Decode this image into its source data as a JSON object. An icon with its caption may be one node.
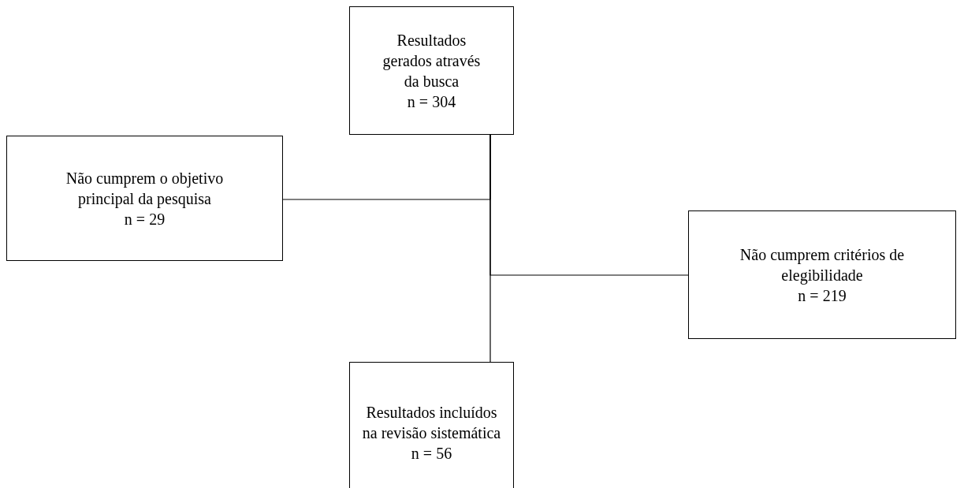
{
  "diagram": {
    "nodes": [
      {
        "text": [
          "Resultados gerados através da busca",
          "n = 304"
        ]
      },
      {
        "text": [
          "Não cumprem o objetivo principal da pesquisa",
          "n = 29"
        ]
      },
      {
        "text": [
          "Não cumprem critérios de elegibilidade",
          "n = 219"
        ]
      },
      {
        "text": [
          "Resultados incluídos na revisão sistemática",
          "n = 56"
        ]
      }
    ],
    "edges": [
      {
        "from": 0,
        "to": 3,
        "arrow": "none"
      },
      {
        "from": 0,
        "to": 1,
        "arrow": "none"
      },
      {
        "from": 0,
        "to": 2,
        "arrow": "none"
      }
    ]
  }
}
